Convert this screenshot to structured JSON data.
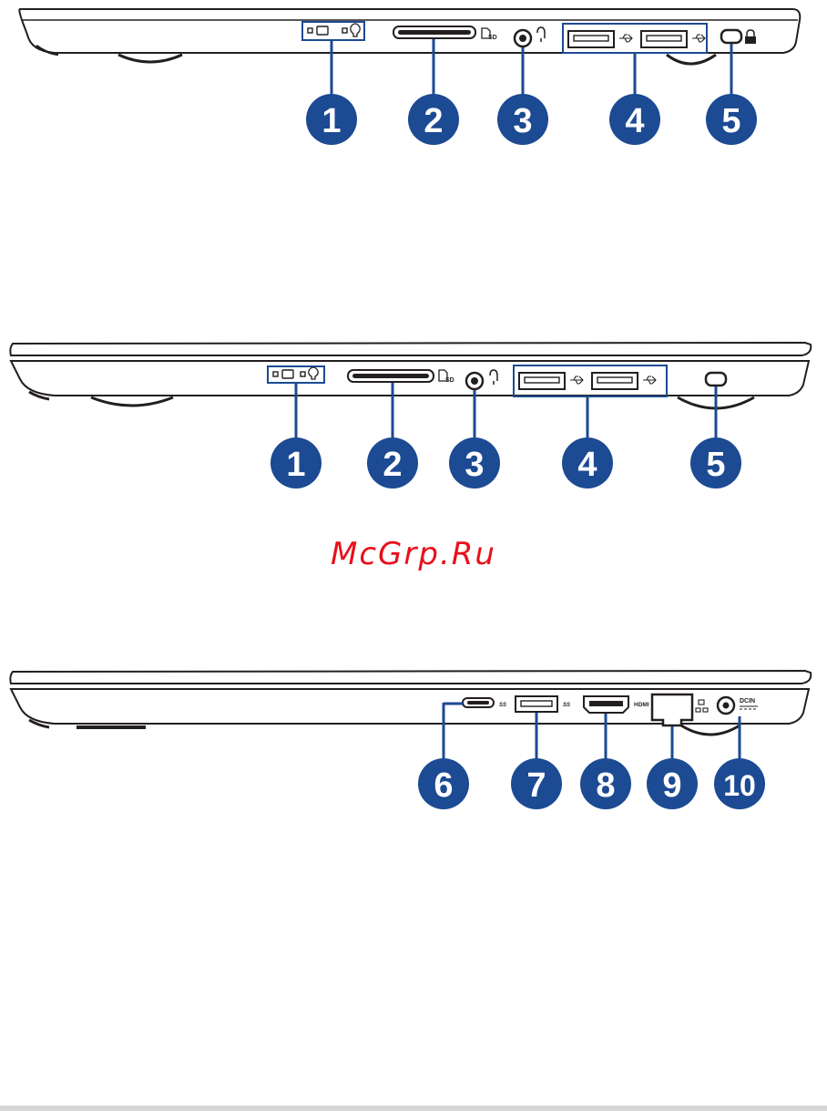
{
  "watermark": "McGrp.Ru",
  "colors": {
    "callout": "#1c4a93",
    "frame": "#1c4a93",
    "outline": "#231f20",
    "watermark": "#e8101a"
  },
  "diagrams": [
    {
      "id": "side-view-1",
      "callouts": [
        "1",
        "2",
        "3",
        "4",
        "5"
      ],
      "labels": {
        "sd": "SD"
      }
    },
    {
      "id": "side-view-2",
      "callouts": [
        "1",
        "2",
        "3",
        "4",
        "5"
      ],
      "labels": {
        "sd": "SD"
      }
    },
    {
      "id": "side-view-3",
      "callouts": [
        "6",
        "7",
        "8",
        "9",
        "10"
      ],
      "labels": {
        "ss1": "SS",
        "ss2": "SS",
        "hdmi": "HDMI",
        "dcin": "DCIN"
      }
    }
  ]
}
